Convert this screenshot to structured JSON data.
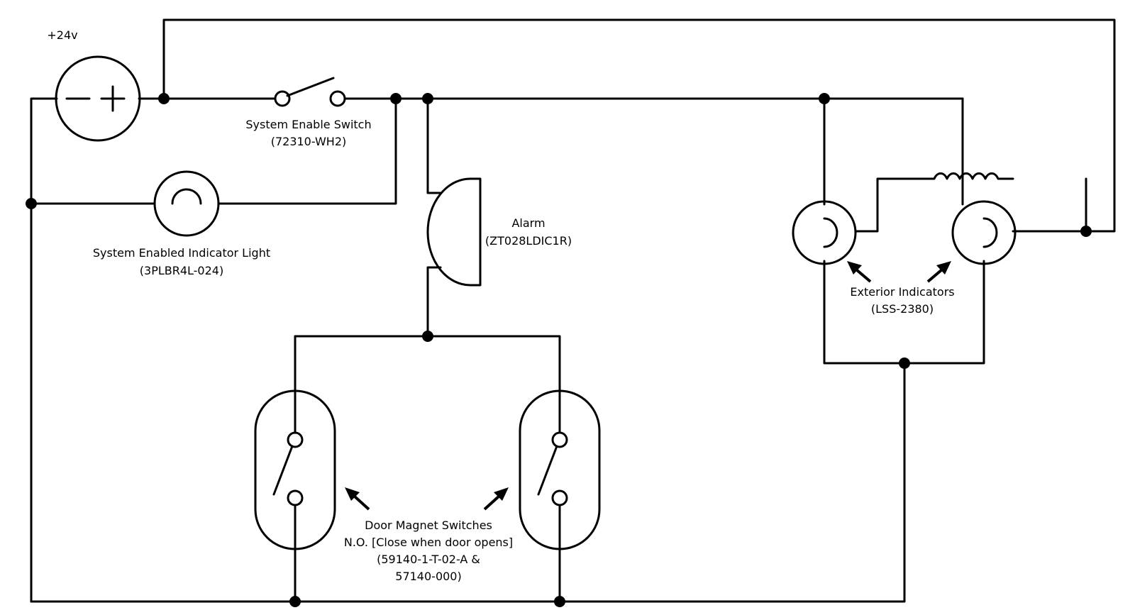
{
  "supply": {
    "label": "+24v"
  },
  "enable_switch": {
    "name": "System Enable Switch",
    "part": "(72310-WH2)"
  },
  "indicator_light": {
    "name": "System Enabled Indicator Light",
    "part": "(3PLBR4L-024)"
  },
  "alarm": {
    "name": "Alarm",
    "part": "(ZT028LDIC1R)"
  },
  "exterior_indicators": {
    "name": "Exterior Indicators",
    "part": "(LSS-2380)"
  },
  "door_switches": {
    "line1": "Door Magnet Switches",
    "line2": "N.O. [Close when door opens]",
    "line3": "(59140-1-T-02-A &",
    "line4": "57140-000)"
  }
}
